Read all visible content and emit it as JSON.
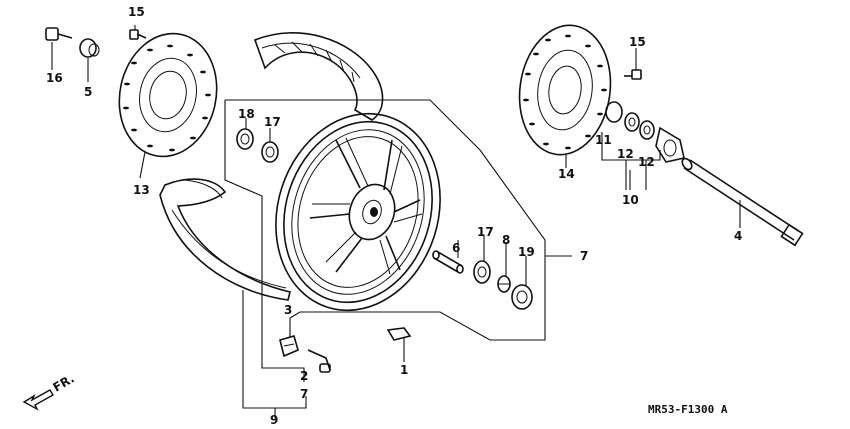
{
  "diagram": {
    "code": "MR53-F1300 A",
    "direction": "FR.",
    "callouts": {
      "c1": "1",
      "c2": "2",
      "c3": "3",
      "c4": "4",
      "c5": "5",
      "c6": "6",
      "c7a": "7",
      "c7b": "7",
      "c8": "8",
      "c9": "9",
      "c10": "10",
      "c11": "11",
      "c12a": "12",
      "c12b": "12",
      "c13": "13",
      "c14": "14",
      "c15a": "15",
      "c15b": "15",
      "c16": "16",
      "c17a": "17",
      "c17b": "17",
      "c18": "18",
      "c19": "19"
    }
  }
}
